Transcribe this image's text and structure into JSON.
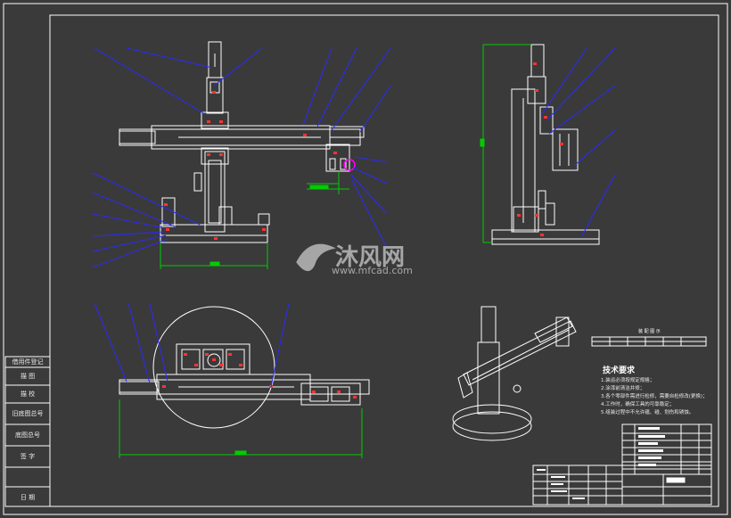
{
  "side_table": {
    "rows": [
      "借用件登记",
      "描  图",
      "描  校",
      "旧底图总号",
      "底图总号",
      "签  字",
      "日  期"
    ]
  },
  "watermark": {
    "brand": "沐风网",
    "url": "www.mfcad.com"
  },
  "tech_requirements": {
    "title": "技术要求",
    "items": [
      "1.装运必须按规定规格；",
      "2.涂漆前清洁并修；",
      "3.各个零部件需进行检修，需要自检修改(更换)；",
      "4.工作时，确保工具的可靠稳定；",
      "5.组装过程中不允许磕、碰、划伤和锈蚀。"
    ]
  },
  "small_label": "装 配 图 示",
  "colors": {
    "background": "#3a3a3a",
    "lines": "#ffffff",
    "leaders": "#2a2aff",
    "dimensions": "#00cc00",
    "highlight": "#ff00ff",
    "parts": "#ff3333"
  }
}
